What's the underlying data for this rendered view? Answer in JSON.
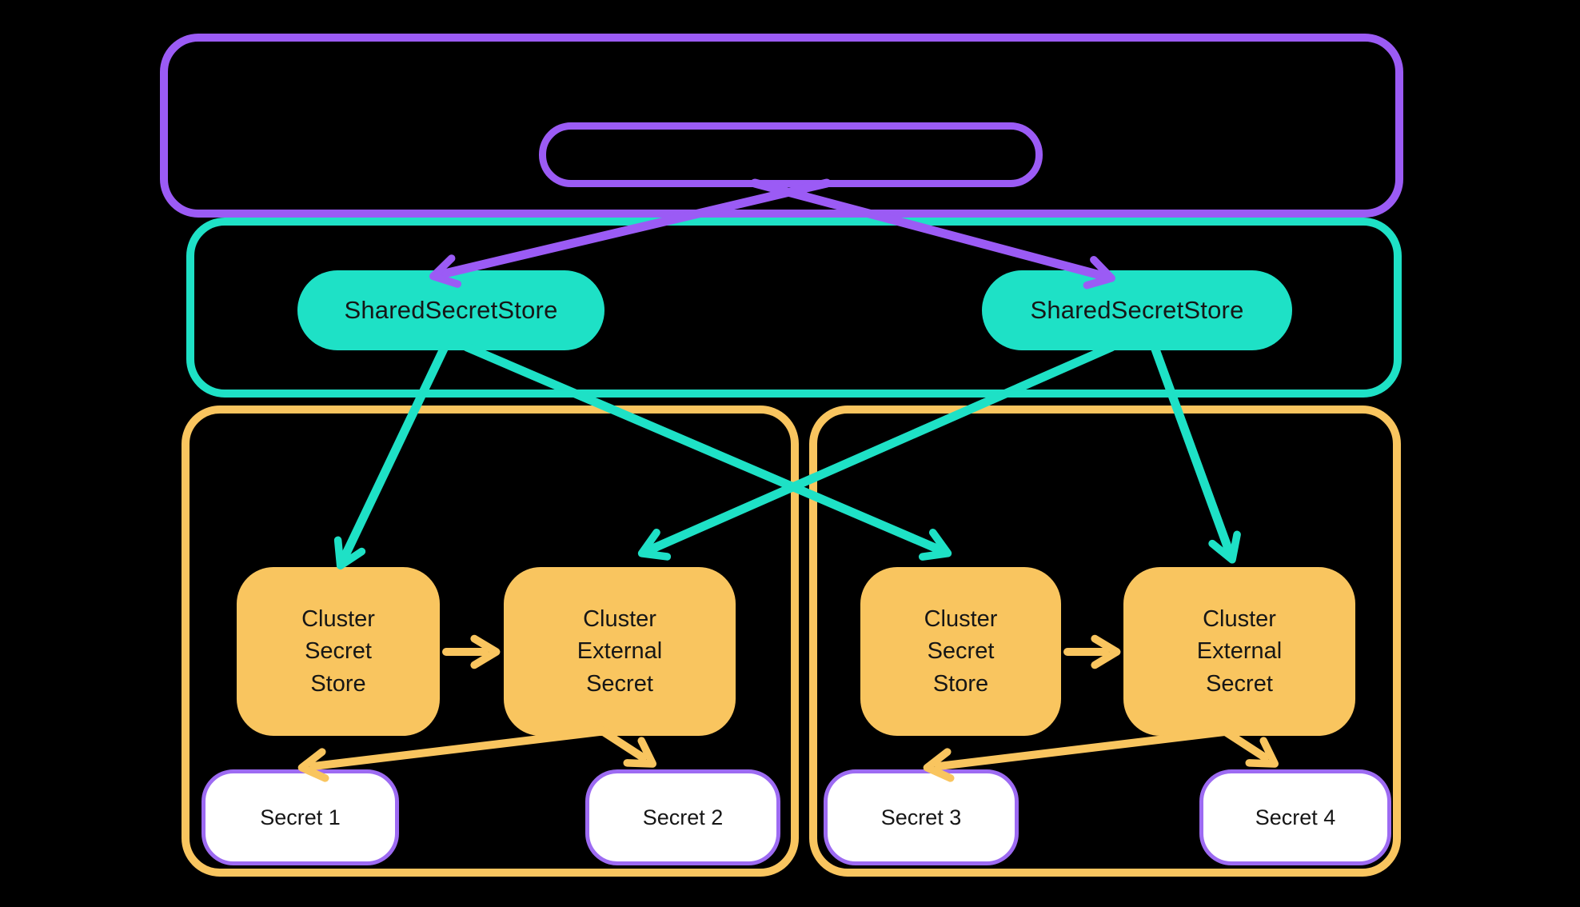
{
  "diagram": {
    "colors": {
      "purple": "#9B5BF5",
      "pill_border": "#9D6BF2",
      "teal": "#1EE1C6",
      "yellow": "#F9C55F",
      "text": "#161616",
      "secret_fill": "#FFFFFF",
      "background": "#000000"
    },
    "shared_stores": [
      {
        "label": "SharedSecretStore"
      },
      {
        "label": "SharedSecretStore"
      }
    ],
    "clusters": [
      {
        "boxes": [
          {
            "lines": [
              "Cluster",
              "Secret",
              "Store"
            ]
          },
          {
            "lines": [
              "Cluster",
              "External",
              "Secret"
            ]
          }
        ],
        "secrets": [
          {
            "label": "Secret 1"
          },
          {
            "label": "Secret 2"
          }
        ]
      },
      {
        "boxes": [
          {
            "lines": [
              "Cluster",
              "Secret",
              "Store"
            ]
          },
          {
            "lines": [
              "Cluster",
              "External",
              "Secret"
            ]
          }
        ],
        "secrets": [
          {
            "label": "Secret 3"
          },
          {
            "label": "Secret 4"
          }
        ]
      }
    ]
  }
}
